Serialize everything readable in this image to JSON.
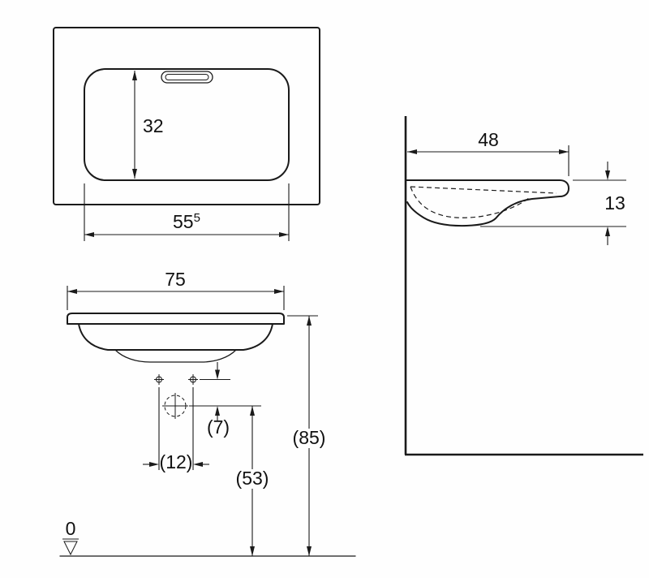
{
  "page": {
    "background_color": "#fefefe",
    "line_color": "#1a1a1a"
  },
  "drawing": {
    "top_view": {
      "basin_inner_depth": "32",
      "basin_inner_width_main": "55",
      "basin_inner_width_sup": "5"
    },
    "front_view": {
      "overall_width": "75",
      "holes_to_drain_offset": "(7)",
      "tap_hole_spacing": "(12)",
      "drain_height": "(53)",
      "rim_height": "(85)",
      "datum_level": "0"
    },
    "side_view": {
      "overall_depth": "48",
      "front_height": "13"
    }
  }
}
